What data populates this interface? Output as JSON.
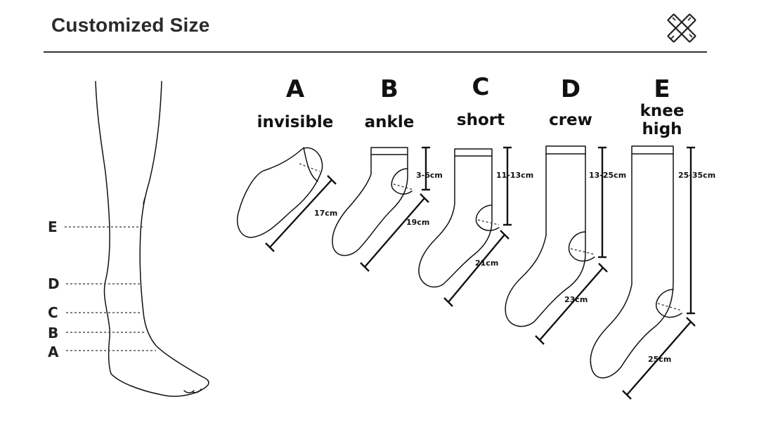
{
  "header": {
    "title": "Customized Size",
    "icon": "ruler-pencil-icon"
  },
  "leg_levels": [
    "E",
    "D",
    "C",
    "B",
    "A"
  ],
  "socks": [
    {
      "letter": "A",
      "name": "invisible",
      "height": "",
      "foot": "17cm"
    },
    {
      "letter": "B",
      "name": "ankle",
      "height": "3-6cm",
      "foot": "19cm"
    },
    {
      "letter": "C",
      "name": "short",
      "height": "11-13cm",
      "foot": "21cm"
    },
    {
      "letter": "D",
      "name": "crew",
      "height": "13-25cm",
      "foot": "23cm"
    },
    {
      "letter": "E",
      "name_line1": "knee",
      "name_line2": "high",
      "height": "25-35cm",
      "foot": "25cm"
    }
  ]
}
